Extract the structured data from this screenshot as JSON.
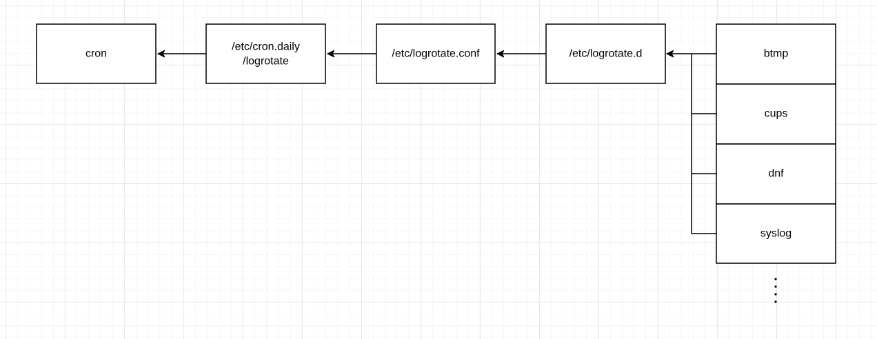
{
  "diagram": {
    "nodes": {
      "cron": {
        "label": "cron"
      },
      "cron_daily": {
        "label_line1": "/etc/cron.daily",
        "label_line2": "/logrotate"
      },
      "logrotate_conf": {
        "label": "/etc/logrotate.conf"
      },
      "logrotate_d": {
        "label": "/etc/logrotate.d"
      },
      "btmp": {
        "label": "btmp"
      },
      "cups": {
        "label": "cups"
      },
      "dnf": {
        "label": "dnf"
      },
      "syslog": {
        "label": "syslog"
      }
    },
    "edges": [
      {
        "from": "cron_daily",
        "to": "cron"
      },
      {
        "from": "logrotate_conf",
        "to": "cron_daily"
      },
      {
        "from": "logrotate_d",
        "to": "logrotate_conf"
      },
      {
        "from": "btmp",
        "to": "logrotate_d"
      },
      {
        "from": "cups",
        "to": "logrotate_d"
      },
      {
        "from": "dnf",
        "to": "logrotate_d"
      },
      {
        "from": "syslog",
        "to": "logrotate_d"
      }
    ],
    "has_more_indicator": true
  }
}
